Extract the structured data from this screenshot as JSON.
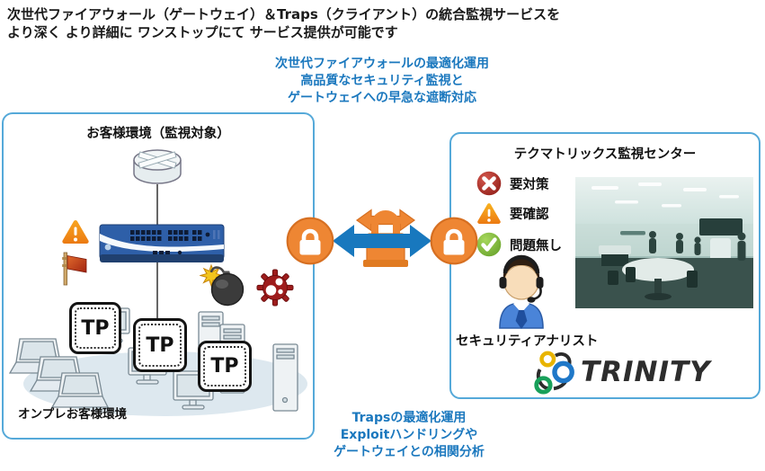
{
  "header": {
    "line1": "次世代ファイアウォール（ゲートウェイ）＆Traps（クライアント）の統合監視サービスを",
    "line2": "より深く より詳細に ワンストップにて サービス提供が可能です"
  },
  "gateway_callout": {
    "lines": [
      "次世代ファイアウォールの最適化運用",
      "高品質なセキュリティ監視と",
      "ゲートウェイへの早急な遮断対応"
    ]
  },
  "traps_callout": {
    "lines": [
      "Trapsの最適化運用",
      "Exploitハンドリングや",
      "ゲートウェイとの相関分析"
    ]
  },
  "customer_box": {
    "title": "お客様環境（監視対象）",
    "footer_label": "オンプレお客様環境",
    "agent_labels": [
      "TP",
      "TP",
      "TP"
    ]
  },
  "monitoring_box": {
    "title": "テクマトリックス監視センター",
    "statuses": [
      {
        "label": "要対策",
        "icon": "x-circle-icon"
      },
      {
        "label": "要確認",
        "icon": "warning-triangle-icon"
      },
      {
        "label": "問題無し",
        "icon": "check-circle-icon"
      }
    ],
    "analyst_label": "セキュリティアナリスト",
    "brand_name": "TRINITY"
  },
  "colors": {
    "accent_text_blue": "#1b78be",
    "box_border_blue": "#55a9d9",
    "lock_orange": "#ee8633",
    "arrow_blue": "#1878be",
    "status_red": "#a32014",
    "status_orange": "#f09a1d",
    "status_green": "#7ab840",
    "firewall_blue": "#2e5fa8"
  }
}
